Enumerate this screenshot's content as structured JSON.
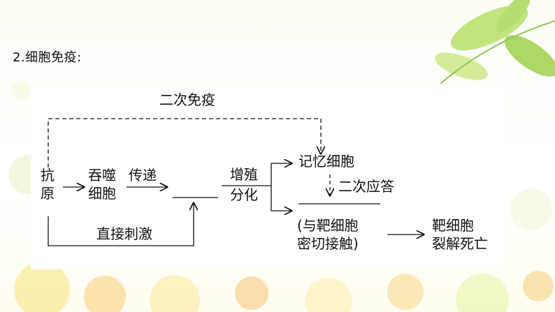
{
  "heading": "2.细胞免疫:",
  "diagram": {
    "second_immunity": "二次免疫",
    "antigen": [
      "抗",
      "原"
    ],
    "phagocyte": [
      "吞噬",
      "细胞"
    ],
    "transfer": "传递",
    "proliferate": [
      "增殖",
      "分化"
    ],
    "memory_cell": "记忆细胞",
    "secondary_response": "二次应答",
    "direct_stimulation": "直接刺激",
    "contact_note": [
      "(与靶细胞",
      "密切接触)"
    ],
    "target_death": [
      "靶细胞",
      "裂解死亡"
    ]
  }
}
